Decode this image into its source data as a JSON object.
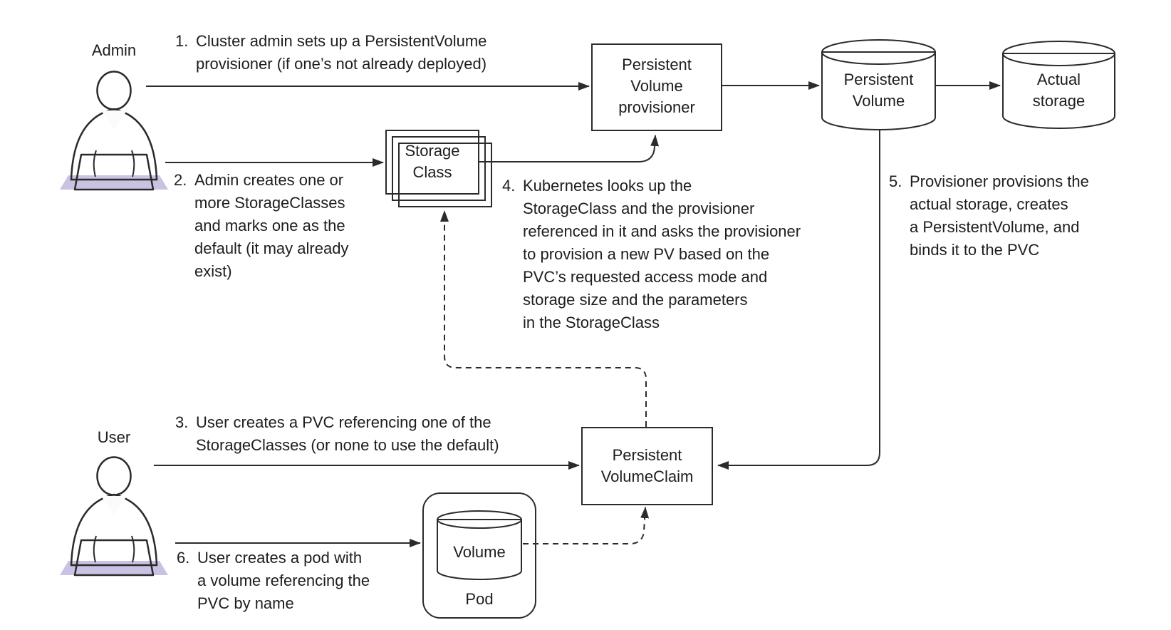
{
  "colors": {
    "ink": "#2b2b2b",
    "provisioner_box": "#b0b5d6",
    "pvc_box": "#dbdeeb",
    "storage_class_card": "#fbfaf6",
    "pv_cylinder": "#ebebe9",
    "pv_cylinder_top": "#f2f2f0",
    "actual_storage": "#f2aa65",
    "actual_storage_top": "#f4b377",
    "pod_box": "#b9d89c",
    "volume_cylinder": "#ededeb",
    "volume_cylinder_top": "#f4f4f2",
    "admin_sweater": "#f2b26b",
    "user_sweater": "#a6d7d8",
    "vneck": "#fbfbfb",
    "laptop": "#b1b3d6",
    "laptop_shadow": "#cac1e3",
    "head": "#d5d5d3"
  },
  "actors": {
    "admin": {
      "label": "Admin"
    },
    "user": {
      "label": "User"
    }
  },
  "nodes": {
    "provisioner": {
      "label": "Persistent\nVolume\nprovisioner"
    },
    "persistent_volume": {
      "label": "Persistent\nVolume"
    },
    "actual_storage": {
      "label": "Actual\nstorage"
    },
    "storage_class": {
      "label": "Storage\nClass"
    },
    "pvc": {
      "label": "Persistent\nVolumeClaim"
    },
    "volume": {
      "label": "Volume"
    },
    "pod": {
      "label": "Pod"
    }
  },
  "steps": {
    "s1": {
      "num": "1.",
      "text": "Cluster admin sets up a PersistentVolume\nprovisioner (if one’s not already deployed)"
    },
    "s2": {
      "num": "2.",
      "text": "Admin creates one or\nmore StorageClasses\nand marks one as the\ndefault (it may already\nexist)"
    },
    "s3": {
      "num": "3.",
      "text": "User creates a PVC referencing one of the\nStorageClasses (or none to use the default)"
    },
    "s4": {
      "num": "4.",
      "text": "Kubernetes looks up the\nStorageClass and the provisioner\nreferenced in it and asks the provisioner\nto provision a new PV based on the\nPVC’s requested access mode and\nstorage size and the parameters\nin the StorageClass"
    },
    "s5": {
      "num": "5.",
      "text": "Provisioner provisions the\nactual storage, creates\na PersistentVolume, and\nbinds it to the PVC"
    },
    "s6": {
      "num": "6.",
      "text": "User creates a pod with\na volume referencing the\nPVC by name"
    }
  }
}
